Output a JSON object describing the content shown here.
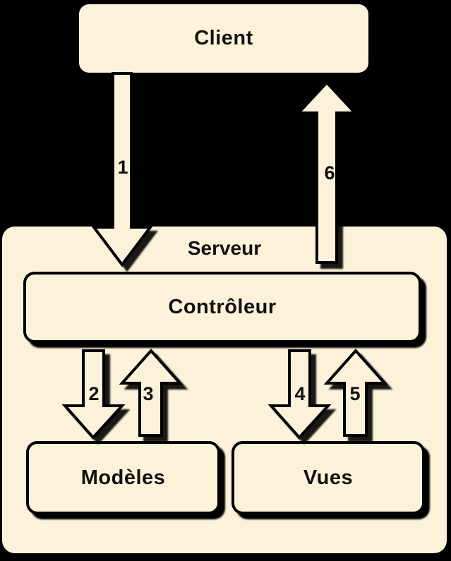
{
  "theme": {
    "bg": "#000000",
    "box_fill": "#FCF2D9",
    "outline": "#000000",
    "shadow": "#000000",
    "text": "#111111"
  },
  "nodes": {
    "client": {
      "label": "Client"
    },
    "serveur": {
      "label": "Serveur"
    },
    "controleur": {
      "label": "Contrôleur"
    },
    "modeles": {
      "label": "Modèles"
    },
    "vues": {
      "label": "Vues"
    }
  },
  "arrows": [
    {
      "label": "1",
      "from": "Client",
      "to": "Contrôleur",
      "direction": "down"
    },
    {
      "label": "2",
      "from": "Contrôleur",
      "to": "Modèles",
      "direction": "down"
    },
    {
      "label": "3",
      "from": "Modèles",
      "to": "Contrôleur",
      "direction": "up"
    },
    {
      "label": "4",
      "from": "Contrôleur",
      "to": "Vues",
      "direction": "down"
    },
    {
      "label": "5",
      "from": "Vues",
      "to": "Contrôleur",
      "direction": "up"
    },
    {
      "label": "6",
      "from": "Contrôleur",
      "to": "Client",
      "direction": "up"
    }
  ]
}
